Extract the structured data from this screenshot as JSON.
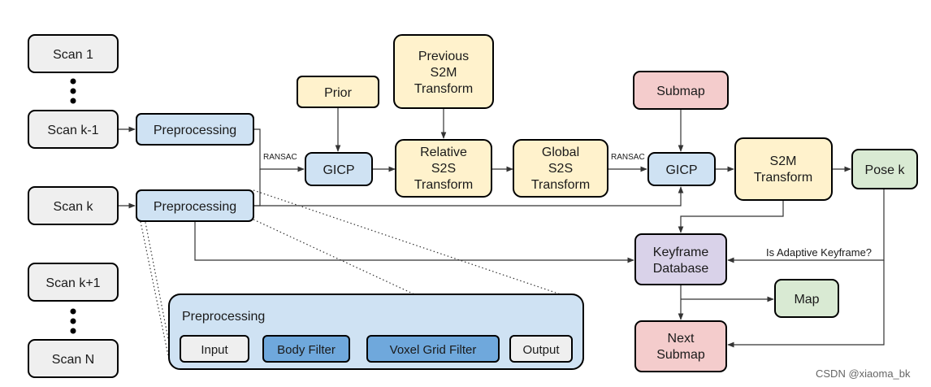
{
  "colors": {
    "gray": "#efefef",
    "blue": "#cfe2f3",
    "blue_dark": "#6fa8dc",
    "yellow": "#fff2cc",
    "red": "#f4cccc",
    "green": "#d9ead3",
    "purple": "#d9d2e9",
    "inset_bg": "#cfe2f3"
  },
  "scans": {
    "scan_1": "Scan 1",
    "scan_km1": "Scan k-1",
    "scan_k": "Scan k",
    "scan_kp1": "Scan k+1",
    "scan_n": "Scan N"
  },
  "nodes": {
    "preprocessing": "Preprocessing",
    "prior": "Prior",
    "gicp": "GICP",
    "relative_s2s": [
      "Relative",
      "S2S",
      "Transform"
    ],
    "global_s2s": [
      "Global",
      "S2S",
      "Transform"
    ],
    "previous_s2m": [
      "Previous",
      "S2M",
      "Transform"
    ],
    "submap": "Submap",
    "s2m_transform": [
      "S2M",
      "Transform"
    ],
    "pose_k": "Pose k",
    "keyframe_db": [
      "Keyframe",
      "Database"
    ],
    "map": "Map",
    "next_submap": [
      "Next",
      "Submap"
    ]
  },
  "edge_labels": {
    "ransac": "RANSAC",
    "adaptive": "Is Adaptive Keyframe?"
  },
  "inset": {
    "title": "Preprocessing",
    "input": "Input",
    "body_filter": "Body Filter",
    "voxel_filter": "Voxel Grid Filter",
    "output": "Output"
  },
  "watermark": "CSDN @xiaoma_bk"
}
